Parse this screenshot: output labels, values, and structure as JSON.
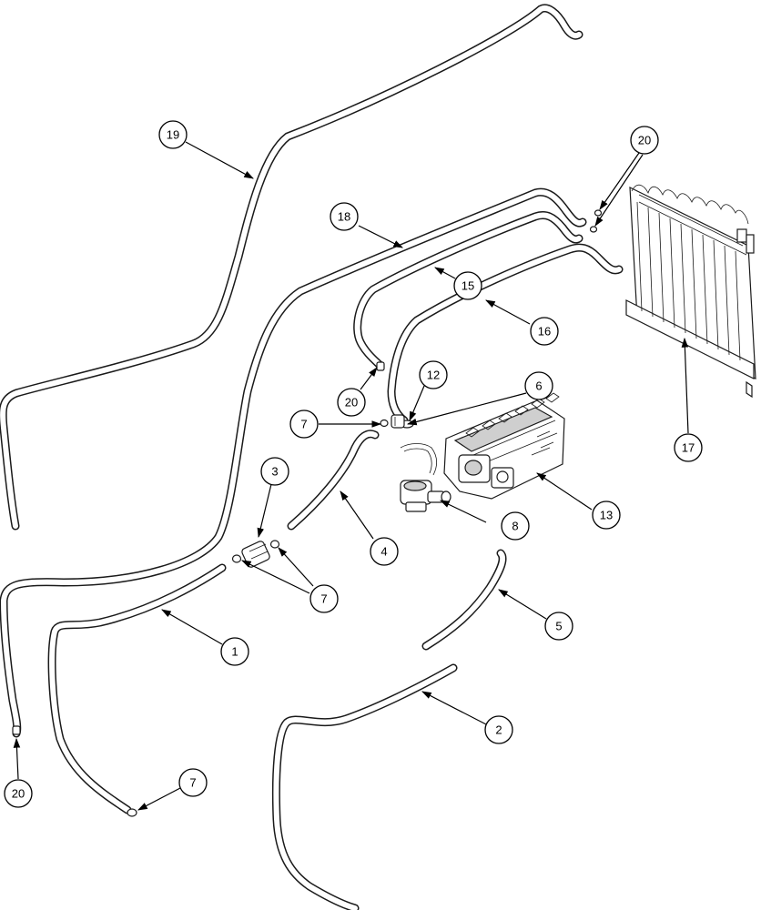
{
  "diagram": {
    "callouts": [
      {
        "id": "c19",
        "label": "19"
      },
      {
        "id": "c20a",
        "label": "20"
      },
      {
        "id": "c18",
        "label": "18"
      },
      {
        "id": "c15",
        "label": "15"
      },
      {
        "id": "c16",
        "label": "16"
      },
      {
        "id": "c20b",
        "label": "20"
      },
      {
        "id": "c12",
        "label": "12"
      },
      {
        "id": "c6",
        "label": "6"
      },
      {
        "id": "c7a",
        "label": "7"
      },
      {
        "id": "c3",
        "label": "3"
      },
      {
        "id": "c4",
        "label": "4"
      },
      {
        "id": "c8",
        "label": "8"
      },
      {
        "id": "c13",
        "label": "13"
      },
      {
        "id": "c17",
        "label": "17"
      },
      {
        "id": "c7b",
        "label": "7"
      },
      {
        "id": "c5",
        "label": "5"
      },
      {
        "id": "c1",
        "label": "1"
      },
      {
        "id": "c2",
        "label": "2"
      },
      {
        "id": "c20c",
        "label": "20"
      },
      {
        "id": "c7c",
        "label": "7"
      }
    ]
  }
}
